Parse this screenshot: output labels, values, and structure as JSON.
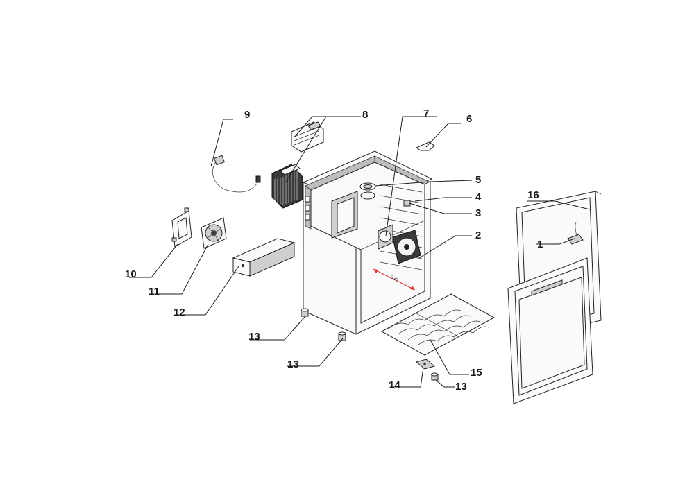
{
  "callouts": {
    "c1": "1",
    "c2": "2",
    "c3": "3",
    "c4": "4",
    "c5": "5",
    "c6": "6",
    "c7": "7",
    "c8": "8",
    "c9": "9",
    "c10": "10",
    "c11": "11",
    "c12": "12",
    "c13a": "13",
    "c13b": "13",
    "c13c": "13",
    "c14": "14",
    "c15": "15",
    "c16": "16"
  },
  "dimension_label": "330",
  "colors": {
    "line": "#1a1a1a",
    "dimension": "#d9302c",
    "background": "#ffffff"
  }
}
